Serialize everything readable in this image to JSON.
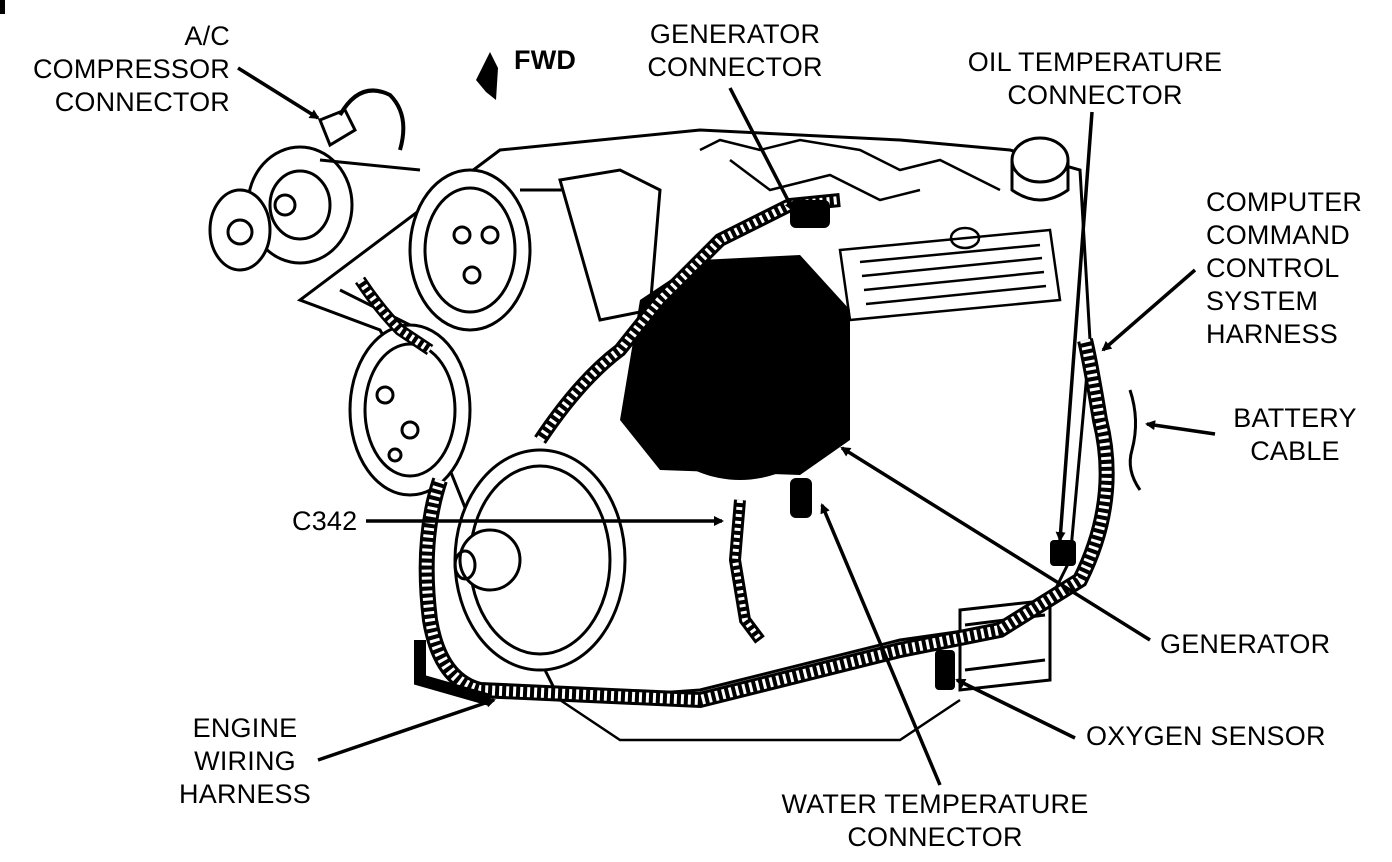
{
  "labels": {
    "ac_compressor": [
      "A/C",
      "COMPRESSOR",
      "CONNECTOR"
    ],
    "fwd": "FWD",
    "generator_connector": [
      "GENERATOR",
      "CONNECTOR"
    ],
    "oil_temperature": [
      "OIL TEMPERATURE",
      "CONNECTOR"
    ],
    "computer_command": [
      "COMPUTER",
      "COMMAND",
      "CONTROL",
      "SYSTEM",
      "HARNESS"
    ],
    "battery_cable": [
      "BATTERY",
      "CABLE"
    ],
    "c342": "C342",
    "generator": "GENERATOR",
    "oxygen_sensor": "OXYGEN SENSOR",
    "engine_wiring": [
      "ENGINE",
      "WIRING",
      "HARNESS"
    ],
    "water_temperature": [
      "WATER TEMPERATURE",
      "CONNECTOR"
    ]
  }
}
